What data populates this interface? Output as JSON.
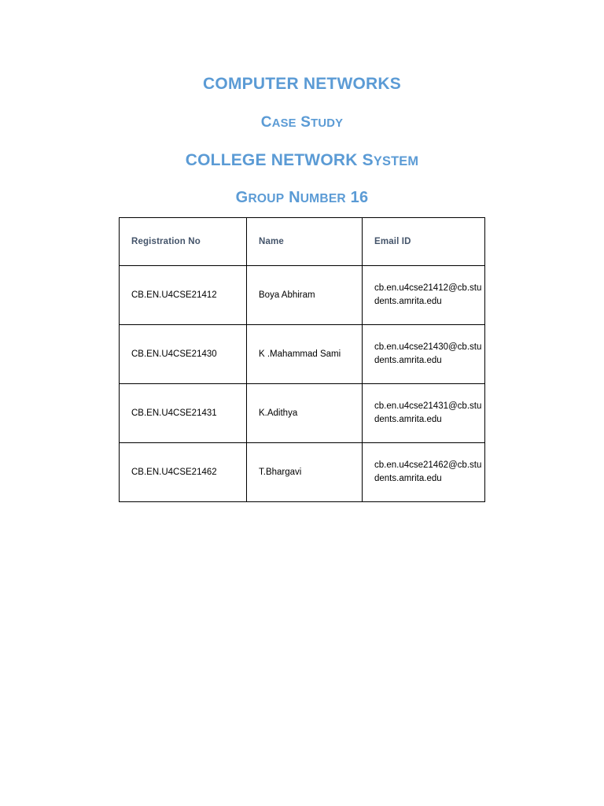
{
  "document": {
    "headings": [
      {
        "id": "computer-networks",
        "text": "COMPUTER NETWORKS",
        "style": "full-caps"
      },
      {
        "id": "case-study",
        "lead1": "C",
        "rest1": "ase",
        "lead2": "S",
        "rest2": "tudy",
        "text": "Case Study",
        "style": "small-caps"
      },
      {
        "id": "college-network-system",
        "caps": "COLLEGE NETWORK",
        "lead": "S",
        "rest": "ystem",
        "text": "COLLEGE NETWORK System",
        "style": "mixed"
      },
      {
        "id": "group-number",
        "lead1": "G",
        "rest1": "roup",
        "lead2": "N",
        "rest2": "umber",
        "number": "16",
        "text": "Group Number 16",
        "style": "small-caps"
      }
    ],
    "heading_color": "#5B9BD5"
  },
  "table": {
    "header_text_color": "#44546A",
    "border_color": "#000000",
    "columns": [
      {
        "key": "registration_no",
        "label": "Registration No"
      },
      {
        "key": "name",
        "label": "Name"
      },
      {
        "key": "email_id",
        "label": "Email ID"
      }
    ],
    "rows": [
      {
        "registration_no": "CB.EN.U4CSE21412",
        "name": "Boya Abhiram",
        "name_align": "left",
        "email_id": "cb.en.u4cse21412@cb.students.amrita.edu"
      },
      {
        "registration_no": "CB.EN.U4CSE21430",
        "name": "K .Mahammad Sami",
        "name_align": "center",
        "email_id": "cb.en.u4cse21430@cb.students.amrita.edu"
      },
      {
        "registration_no": "CB.EN.U4CSE21431",
        "name": "K.Adithya",
        "name_align": "left",
        "email_id": "cb.en.u4cse21431@cb.students.amrita.edu"
      },
      {
        "registration_no": "CB.EN.U4CSE21462",
        "name": "T.Bhargavi",
        "name_align": "left",
        "email_id": "cb.en.u4cse21462@cb.students.amrita.edu"
      }
    ]
  }
}
